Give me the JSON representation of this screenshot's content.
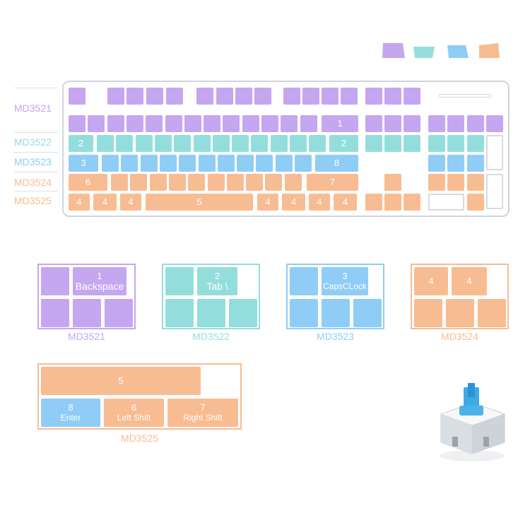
{
  "colors": {
    "MD3521": "#c5a6f0",
    "MD3522": "#93dedd",
    "MD3523": "#8fcdf6",
    "MD3524": "#f8bc92",
    "frame": "#cfd6dd"
  },
  "row_labels": [
    "MD3521",
    "MD3522",
    "MD3523",
    "MD3524",
    "MD3525"
  ],
  "keyboard_keys": {
    "row2_mark": "1",
    "row3_left": "2",
    "row3_right": "2",
    "row4_left": "3",
    "row4_right": "8",
    "row5_left": "6",
    "row5_right": "7",
    "row6_a": "4",
    "row6_b": "4",
    "row6_c": "4",
    "row6_space": "5",
    "row6_d": "4",
    "row6_e": "4",
    "row6_f": "4",
    "row6_g": "4"
  },
  "groups": [
    {
      "caption": "MD3521",
      "num": "1",
      "label": "Backspace"
    },
    {
      "caption": "MD3522",
      "num": "2",
      "label": "Tab \\"
    },
    {
      "caption": "MD3523",
      "num": "3",
      "label": "CapsCLock"
    },
    {
      "caption": "MD3524",
      "num_a": "4",
      "num_b": "4"
    },
    {
      "caption": "MD3525",
      "space": "5",
      "enter_num": "8",
      "enter_label": "Enter",
      "lshift_num": "6",
      "lshift_label": "Left Shift",
      "rshift_num": "7",
      "rshift_label": "Right Shift"
    }
  ],
  "swatch_icon": "keycap-color-swatch",
  "switch_icon": "mechanical-switch-icon"
}
